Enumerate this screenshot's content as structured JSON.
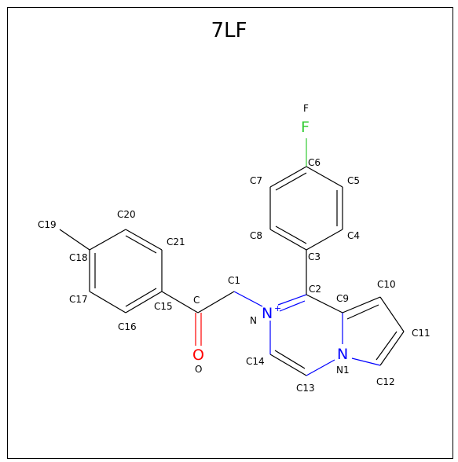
{
  "title": "7LF",
  "elements": {
    "n_plus": "N",
    "charge": "+",
    "n_ring": "N",
    "oxygen": "O",
    "fluorine": "F"
  },
  "atom_labels": {
    "F": "F",
    "C6": "C6",
    "C7": "C7",
    "C5": "C5",
    "C8": "C8",
    "C4": "C4",
    "C3": "C3",
    "C20": "C20",
    "C19": "C19",
    "C21": "C21",
    "C18": "C18",
    "C1": "C1",
    "C2": "C2",
    "C10": "C10",
    "C": "C",
    "C9": "C9",
    "C17": "C17",
    "C15": "C15",
    "N": "N",
    "C16": "C16",
    "C11": "C11",
    "C14": "C14",
    "N1": "N1",
    "O": "O",
    "C12": "C12",
    "C13": "C13"
  },
  "colors": {
    "nitrogen": "#0000ff",
    "oxygen": "#ff0000",
    "fluorine": "#33cc33",
    "bond": "#000000"
  }
}
